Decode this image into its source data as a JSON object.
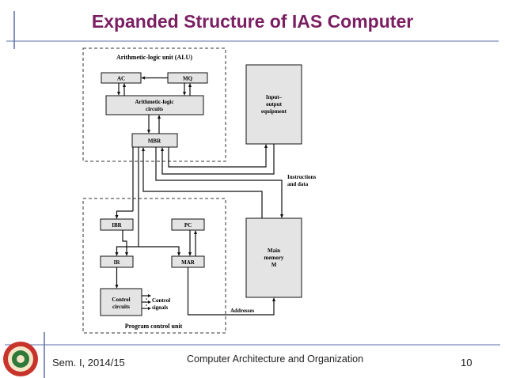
{
  "slide": {
    "title": "Expanded Structure of IAS Computer",
    "footer_left": "Sem. I, 2014/15",
    "footer_center": "Computer Architecture and Organization",
    "page_number": "10"
  },
  "diagram": {
    "alu_label": "Arithmetic-logic unit (ALU)",
    "ac": "AC",
    "mq": "MQ",
    "alc_line1": "Arithmetic-logic",
    "alc_line2": "circuits",
    "mbr": "MBR",
    "io_line1": "Input–",
    "io_line2": "output",
    "io_line3": "equipment",
    "instr_line1": "Instructions",
    "instr_line2": "and data",
    "ibr": "IBR",
    "pc": "PC",
    "ir": "IR",
    "mar": "MAR",
    "mem_line1": "Main",
    "mem_line2": "memory",
    "mem_line3": "M",
    "ctrl_line1": "Control",
    "ctrl_line2": "circuits",
    "sig_line1": "Control",
    "sig_line2": "signals",
    "addresses": "Addresses",
    "pcu_label": "Program control unit"
  },
  "colors": {
    "title": "#7a1f62",
    "block_fill": "#e4e4e4",
    "footer_rule": "#5b6fa8"
  }
}
